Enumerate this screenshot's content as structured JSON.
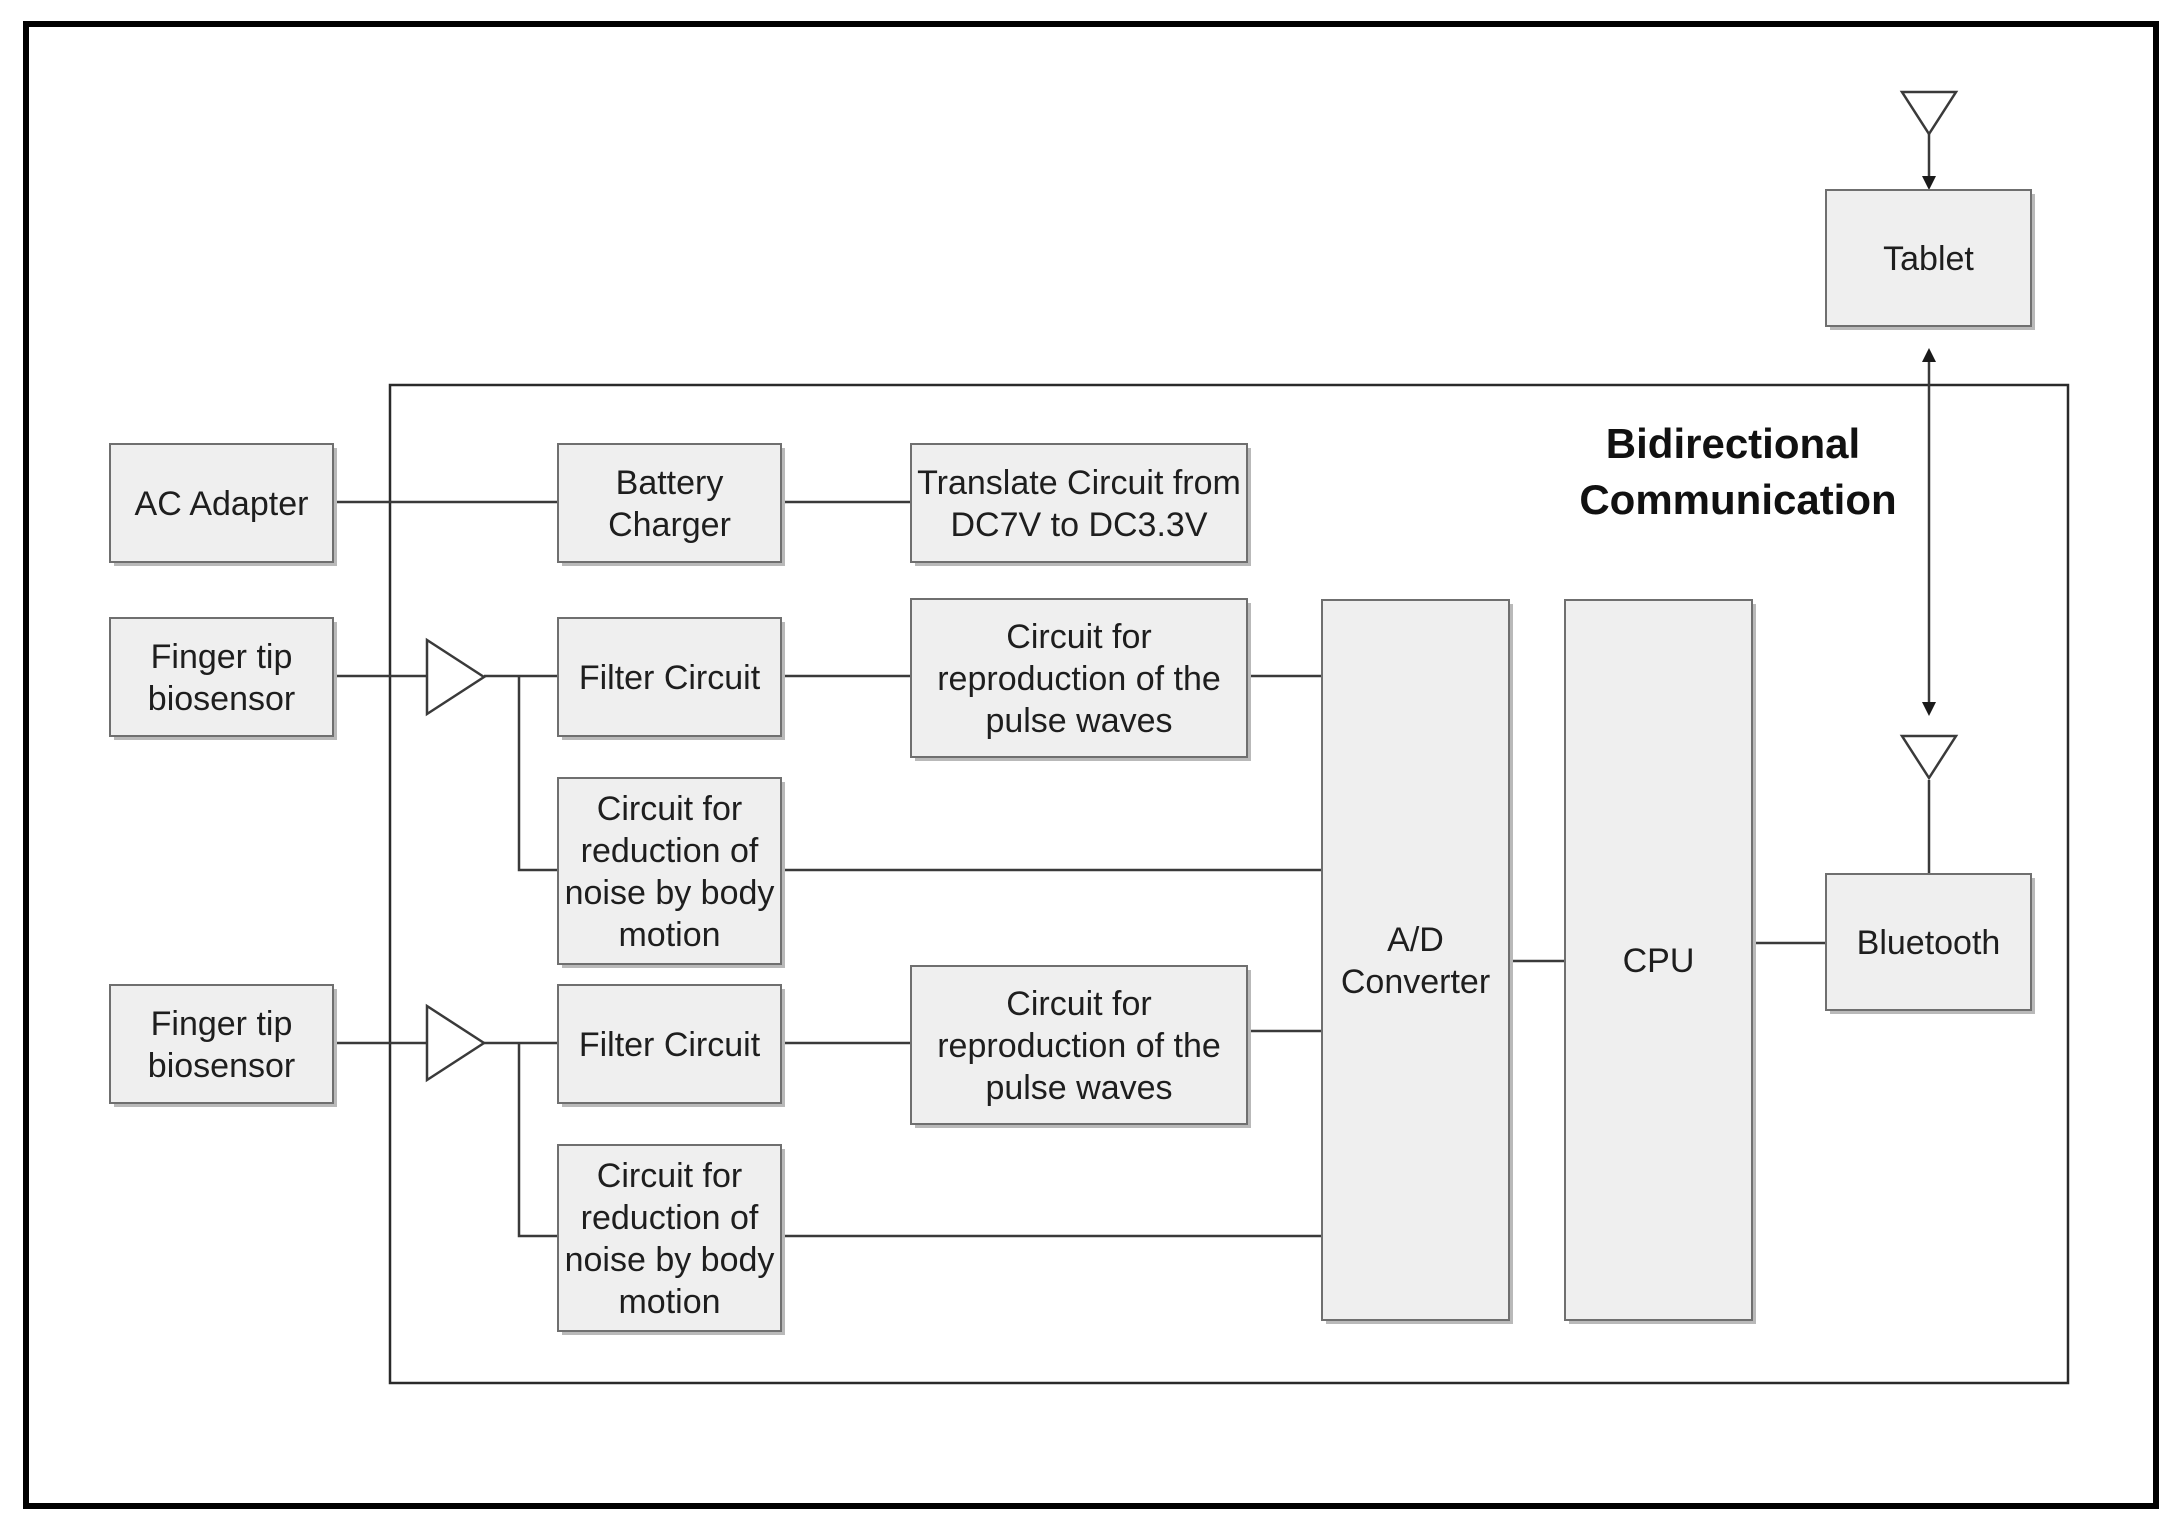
{
  "title": {
    "line1": "Bidirectional",
    "line2": "Communication"
  },
  "blocks": {
    "ac_adapter": [
      "AC Adapter"
    ],
    "battery_charger": [
      "Battery",
      "Charger"
    ],
    "translate_circuit": [
      "Translate Circuit from",
      "DC7V to DC3.3V"
    ],
    "finger_sensor_1": [
      "Finger tip",
      "biosensor"
    ],
    "filter_1": [
      "Filter Circuit"
    ],
    "pulse_1": [
      "Circuit for",
      "reproduction of the",
      "pulse waves"
    ],
    "noise_1": [
      "Circuit for",
      "reduction of",
      "noise by body",
      "motion"
    ],
    "finger_sensor_2": [
      "Finger tip",
      "biosensor"
    ],
    "filter_2": [
      "Filter Circuit"
    ],
    "pulse_2": [
      "Circuit for",
      "reproduction of the",
      "pulse waves"
    ],
    "noise_2": [
      "Circuit for",
      "reduction of",
      "noise by body",
      "motion"
    ],
    "adc": [
      "A/D",
      "Converter"
    ],
    "cpu": [
      "CPU"
    ],
    "bluetooth": [
      "Bluetooth"
    ],
    "tablet": [
      "Tablet"
    ]
  },
  "icons": {
    "antenna": "antenna-icon",
    "amplifier": "amplifier-icon",
    "arrow": "arrowhead-icon"
  },
  "colors": {
    "block_fill": "#efefef",
    "block_border": "#6f6f6f",
    "line": "#3a3a3a",
    "frame": "#000000"
  }
}
